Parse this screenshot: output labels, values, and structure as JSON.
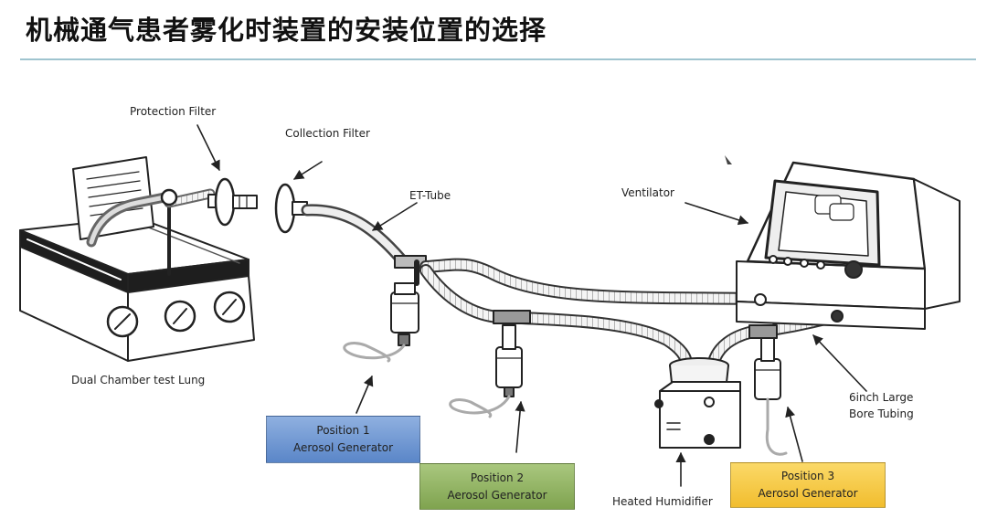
{
  "slide": {
    "title": "机械通气患者雾化时装置的安装位置的选择"
  },
  "labels": {
    "protection_filter": "Protection Filter",
    "collection_filter": "Collection Filter",
    "et_tube": "ET-Tube",
    "ventilator": "Ventilator",
    "test_lung": "Dual Chamber test Lung",
    "bore_tubing_line1": "6inch Large",
    "bore_tubing_line2": "Bore Tubing",
    "heated_humidifier": "Heated Humidifier"
  },
  "positions": [
    {
      "line1": "Position 1",
      "line2": "Aerosol Generator",
      "color": "#6f95d2"
    },
    {
      "line1": "Position 2",
      "line2": "Aerosol Generator",
      "color": "#8fb15f"
    },
    {
      "line1": "Position 3",
      "line2": "Aerosol Generator",
      "color": "#f5c842"
    }
  ],
  "colors": {
    "rule": "#9fc4cf",
    "title": "#111111"
  }
}
